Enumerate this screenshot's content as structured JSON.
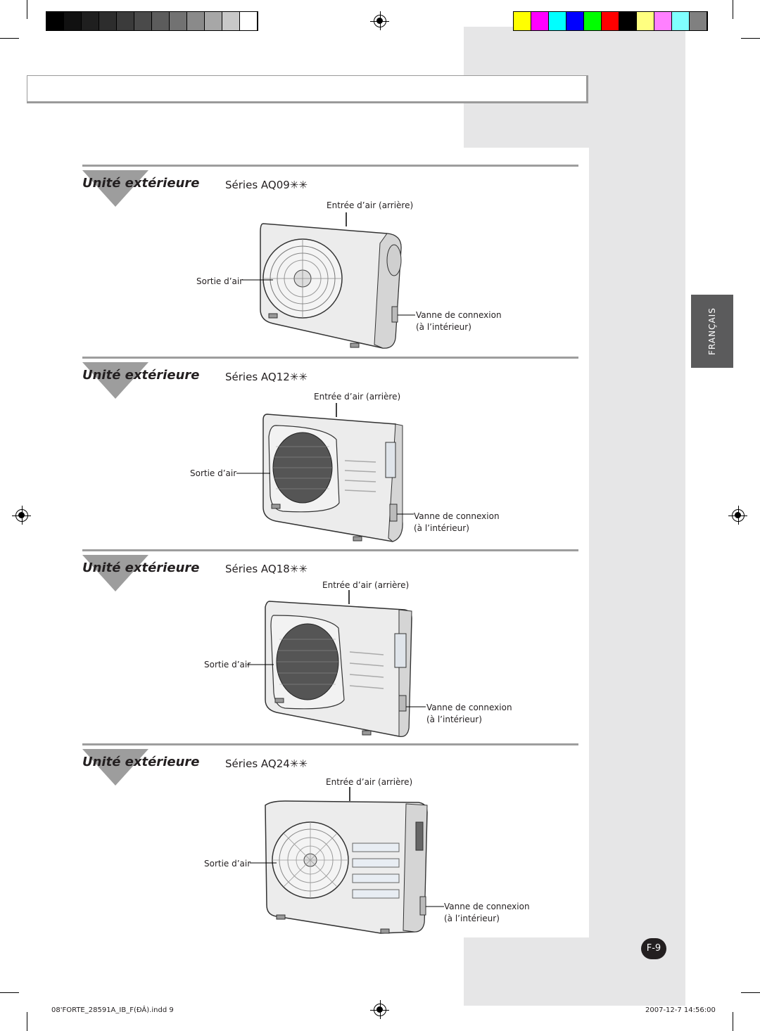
{
  "colors": {
    "rule": "#9d9d9d",
    "band": "#e6e6e7",
    "tab": "#5b5b5c",
    "text": "#231f20",
    "grey_swatches": [
      "#000000",
      "#111111",
      "#1f1f1f",
      "#2d2d2d",
      "#3b3b3b",
      "#4a4a4a",
      "#5c5c5c",
      "#727272",
      "#8a8a8a",
      "#a7a7a7",
      "#c8c8c8",
      "#ffffff"
    ],
    "color_swatches": [
      "#ffff00",
      "#ff00ff",
      "#00ffff",
      "#0000ff",
      "#00ff00",
      "#ff0000",
      "#000000",
      "#ffff80",
      "#ff80ff",
      "#80ffff",
      "#808080"
    ]
  },
  "language_tab": "FRANÇAIS",
  "page_number": "F-9",
  "sections": [
    {
      "title": "Unité extérieure",
      "series": "Séries AQ09✳✳",
      "air_inlet": "Entrée d’air (arrière)",
      "air_outlet": "Sortie d’air",
      "valve_line1": "Vanne de connexion",
      "valve_line2": "(à l’intérieur)"
    },
    {
      "title": "Unité extérieure",
      "series": "Séries AQ12✳✳",
      "air_inlet": "Entrée d’air (arrière)",
      "air_outlet": "Sortie d’air",
      "valve_line1": "Vanne de connexion",
      "valve_line2": "(à l’intérieur)"
    },
    {
      "title": "Unité extérieure",
      "series": "Séries AQ18✳✳",
      "air_inlet": "Entrée d’air (arrière)",
      "air_outlet": "Sortie d’air",
      "valve_line1": "Vanne de connexion",
      "valve_line2": "(à l’intérieur)"
    },
    {
      "title": "Unité extérieure",
      "series": "Séries AQ24✳✳",
      "air_inlet": "Entrée d’air (arrière)",
      "air_outlet": "Sortie d’air",
      "valve_line1": "Vanne de connexion",
      "valve_line2": "(à l’intérieur)"
    }
  ],
  "footer": {
    "file": "08'FORTE_28591A_IB_F(ĐÂ).indd   9",
    "date": "2007-12-7   14:56:00"
  }
}
